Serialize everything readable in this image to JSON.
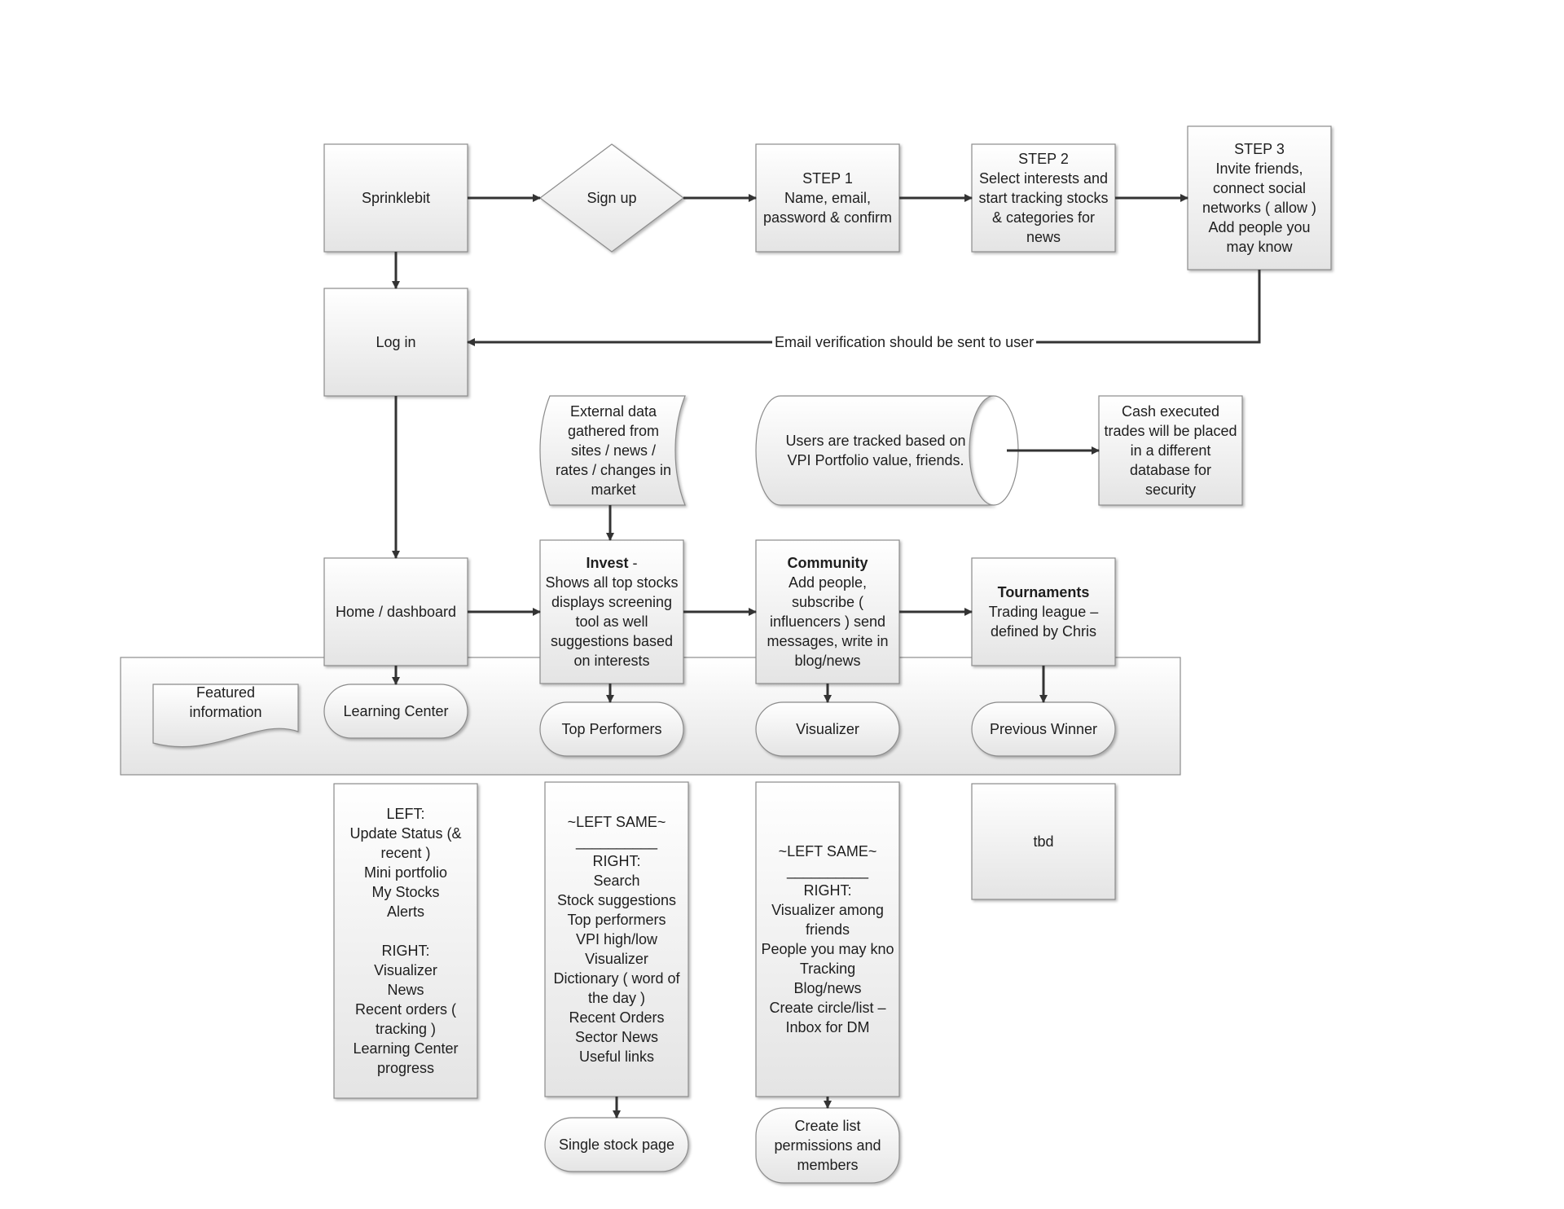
{
  "nodes": [
    {
      "id": "sprinklebit",
      "shape": "process",
      "text": "Sprinklebit"
    },
    {
      "id": "signup",
      "shape": "decision",
      "text": "Sign up"
    },
    {
      "id": "step1",
      "shape": "process",
      "text": "STEP 1\nName, email, password & confirm"
    },
    {
      "id": "step2",
      "shape": "process",
      "text": "STEP 2\nSelect interests and start tracking stocks & categories for news"
    },
    {
      "id": "step3",
      "shape": "process",
      "text": "STEP 3\nInvite friends, connect social networks ( allow )\nAdd people you may know"
    },
    {
      "id": "login",
      "shape": "process",
      "text": "Log in"
    },
    {
      "id": "external",
      "shape": "data-tape",
      "text": "External data gathered from sites / news / rates / changes in market"
    },
    {
      "id": "users-tracked",
      "shape": "stored-data",
      "text": "Users are tracked based on VPI Portfolio value, friends."
    },
    {
      "id": "cash-trades",
      "shape": "process",
      "text": "Cash executed trades will be placed in a different database for security"
    },
    {
      "id": "home",
      "shape": "process",
      "text": "Home / dashboard"
    },
    {
      "id": "invest",
      "shape": "process",
      "bold": "Invest",
      "text": " -\nShows all top stocks displays screening tool as well suggestions based on interests"
    },
    {
      "id": "community",
      "shape": "process",
      "bold": "Community",
      "text": "\nAdd people, subscribe ( influencers ) send messages, write in blog/news"
    },
    {
      "id": "tournaments",
      "shape": "process",
      "bold": "Tournaments",
      "text": "\nTrading league – defined by Chris"
    },
    {
      "id": "featured",
      "shape": "document",
      "text": "Featured information"
    },
    {
      "id": "learning",
      "shape": "terminator",
      "text": "Learning Center"
    },
    {
      "id": "top-performers",
      "shape": "terminator",
      "text": "Top Performers"
    },
    {
      "id": "visualizer",
      "shape": "terminator",
      "text": "Visualizer"
    },
    {
      "id": "previous-winner",
      "shape": "terminator",
      "text": "Previous Winner"
    },
    {
      "id": "home-detail",
      "shape": "process",
      "text": "LEFT:\nUpdate Status (& recent )\nMini portfolio\nMy Stocks\nAlerts\n\nRIGHT:\nVisualizer\nNews\nRecent orders ( tracking )\nLearning Center progress"
    },
    {
      "id": "invest-detail",
      "shape": "process",
      "text": "~LEFT SAME~\n__________\nRIGHT:\nSearch\nStock suggestions\nTop performers\nVPI high/low\nVisualizer\nDictionary ( word of the day )\nRecent Orders\nSector News\nUseful links"
    },
    {
      "id": "community-detail",
      "shape": "process",
      "text": "~LEFT SAME~\n__________\nRIGHT:\nVisualizer among friends\nPeople you may kno\nTracking\nBlog/news\nCreate circle/list –\nInbox for DM"
    },
    {
      "id": "tbd",
      "shape": "process",
      "text": "tbd"
    },
    {
      "id": "single-stock",
      "shape": "terminator",
      "text": "Single stock page"
    },
    {
      "id": "create-list",
      "shape": "terminator",
      "text": "Create list permissions and members"
    }
  ],
  "edges": [
    {
      "from": "sprinklebit",
      "to": "signup",
      "label": ""
    },
    {
      "from": "signup",
      "to": "step1",
      "label": ""
    },
    {
      "from": "step1",
      "to": "step2",
      "label": ""
    },
    {
      "from": "step2",
      "to": "step3",
      "label": ""
    },
    {
      "from": "sprinklebit",
      "to": "login",
      "label": ""
    },
    {
      "from": "step3",
      "to": "login",
      "label": "Email verification should be sent to user"
    },
    {
      "from": "login",
      "to": "home",
      "label": ""
    },
    {
      "from": "external",
      "to": "invest",
      "label": ""
    },
    {
      "from": "users-tracked",
      "to": "cash-trades",
      "label": ""
    },
    {
      "from": "home",
      "to": "invest",
      "label": ""
    },
    {
      "from": "invest",
      "to": "community",
      "label": ""
    },
    {
      "from": "community",
      "to": "tournaments",
      "label": ""
    },
    {
      "from": "home",
      "to": "learning",
      "label": ""
    },
    {
      "from": "invest",
      "to": "top-performers",
      "label": ""
    },
    {
      "from": "community",
      "to": "visualizer",
      "label": ""
    },
    {
      "from": "tournaments",
      "to": "previous-winner",
      "label": ""
    },
    {
      "from": "invest-detail",
      "to": "single-stock",
      "label": ""
    },
    {
      "from": "community-detail",
      "to": "create-list",
      "label": ""
    }
  ]
}
